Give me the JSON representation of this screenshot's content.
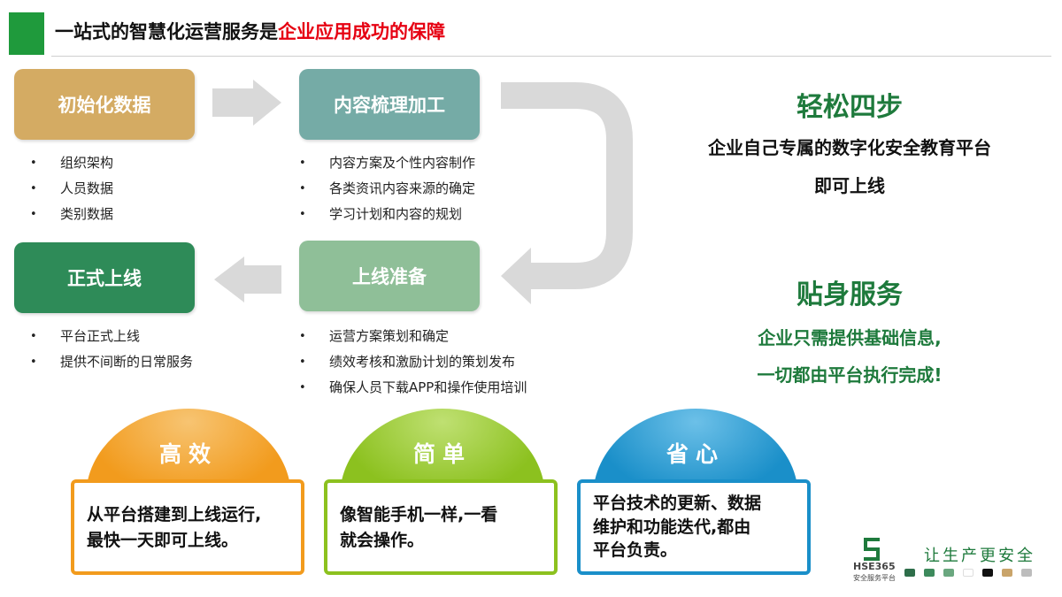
{
  "header": {
    "title_prefix": "一站式的智慧化运营服务是",
    "title_highlight": "企业应用成功的保障"
  },
  "steps": [
    {
      "label": "初始化数据",
      "items": [
        "组织架构",
        "人员数据",
        "类别数据"
      ]
    },
    {
      "label": "内容梳理加工",
      "items": [
        "内容方案及个性内容制作",
        "各类资讯内容来源的确定",
        "学习计划和内容的规划"
      ]
    },
    {
      "label": "上线准备",
      "items": [
        "运营方案策划和确定",
        "绩效考核和激励计划的策划发布",
        "确保人员下载APP和操作使用培训"
      ]
    },
    {
      "label": "正式上线",
      "items": [
        "平台正式上线",
        "提供不间断的日常服务"
      ]
    }
  ],
  "right": {
    "heading1": "轻松四步",
    "line1": "企业自己专属的数字化安全教育平台",
    "line2": "即可上线",
    "heading2": "贴身服务",
    "line3": "企业只需提供基础信息,",
    "line4": "一切都由平台执行完成!"
  },
  "cards": [
    {
      "title": "高效",
      "line1": "从平台搭建到上线运行,",
      "line2": "最快一天即可上线。",
      "color": "#f29b1d"
    },
    {
      "title": "简单",
      "line1": "像智能手机一样,一看",
      "line2": "就会操作。",
      "color": "#8cc11f"
    },
    {
      "title": "省心",
      "line1": "平台技术的更新、数据",
      "line2": "维护和功能迭代,都由",
      "line3": "平台负责。",
      "color": "#1a8fc9"
    }
  ],
  "logo": {
    "brand": "HSE365",
    "sub": "安全服务平台",
    "slogan": "让生产更安全"
  },
  "colors": {
    "accent_green": "#1f9a3c",
    "highlight_red": "#e60012",
    "swatches": [
      "#2e6e4a",
      "#3d8a5c",
      "#6aa77f",
      "#ffffff",
      "#111111",
      "#c9a46a",
      "#bdbdbd"
    ]
  }
}
